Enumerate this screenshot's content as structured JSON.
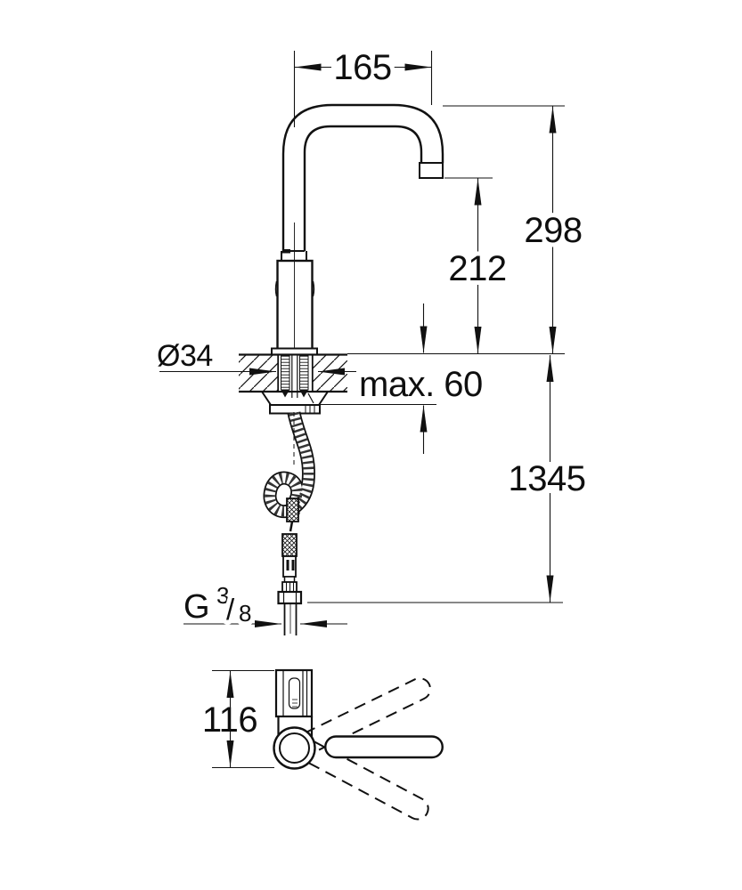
{
  "drawing": {
    "type": "technical-dimensional-drawing",
    "product": "single-hole basin mixer with high U-shaped spout, mounting deck section, flexible supply hose and top view of lever swing",
    "units": "mm",
    "colors": {
      "line": "#111111",
      "background": "#ffffff"
    },
    "dims": {
      "reach": "165",
      "height_top": "298",
      "height_outlet": "212",
      "diameter": "Ø34",
      "max_thickness": "max. 60",
      "hose_length": "1345",
      "thread_g": "G",
      "thread_num": "3",
      "thread_slash": "/",
      "thread_den": "8",
      "depth": "116"
    }
  }
}
